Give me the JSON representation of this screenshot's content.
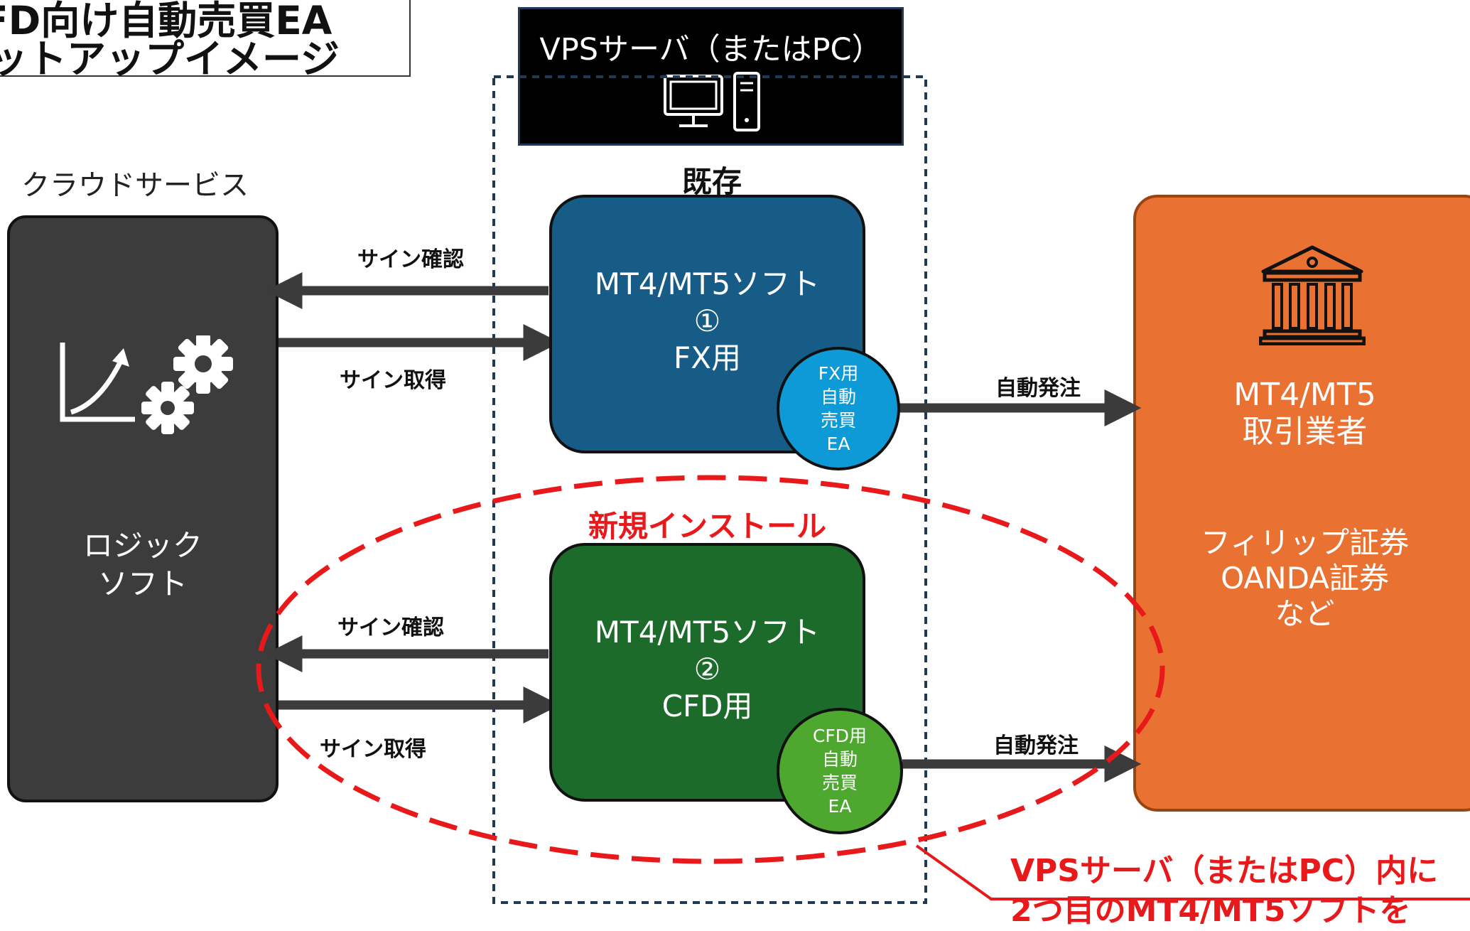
{
  "title": {
    "line1": "FD向け自動売買EA",
    "line2": "ットアップイメージ"
  },
  "vps": {
    "title": "VPSサーバ（またはPC）",
    "icon": "computer-icon"
  },
  "cloud": {
    "label": "クラウドサービス",
    "logic_label": [
      "ロジック",
      "ソフト"
    ],
    "icon": "chart-gears-icon"
  },
  "existing_label": "既存",
  "new_install_label": "新規インストール",
  "mt_boxes": [
    {
      "lines": [
        "MT4/MT5ソフト",
        "①",
        "FX用"
      ],
      "ea_lines": [
        "FX用",
        "自動",
        "売買",
        "EA"
      ]
    },
    {
      "lines": [
        "MT4/MT5ソフト",
        "②",
        "CFD用"
      ],
      "ea_lines": [
        "CFD用",
        "自動",
        "売買",
        "EA"
      ]
    }
  ],
  "arrows": {
    "sign_confirm": "サイン確認",
    "sign_get": "サイン取得",
    "auto_order": "自動発注"
  },
  "broker": {
    "icon": "bank-icon",
    "title": [
      "MT4/MT5",
      "取引業者"
    ],
    "examples": [
      "フィリップ証券",
      "OANDA証券",
      "など"
    ]
  },
  "callout": {
    "lines": [
      "VPSサーバ（またはPC）内に",
      "2つ目のMT4/MT5ソフトを"
    ]
  },
  "colors": {
    "mt_fx": "#175c86",
    "mt_cfd": "#1d6b2b",
    "ea_fx": "#0e9ad6",
    "ea_cfd": "#4ea72e",
    "broker": "#e97132",
    "logic": "#3c3c3c",
    "highlight": "#e8191a"
  }
}
